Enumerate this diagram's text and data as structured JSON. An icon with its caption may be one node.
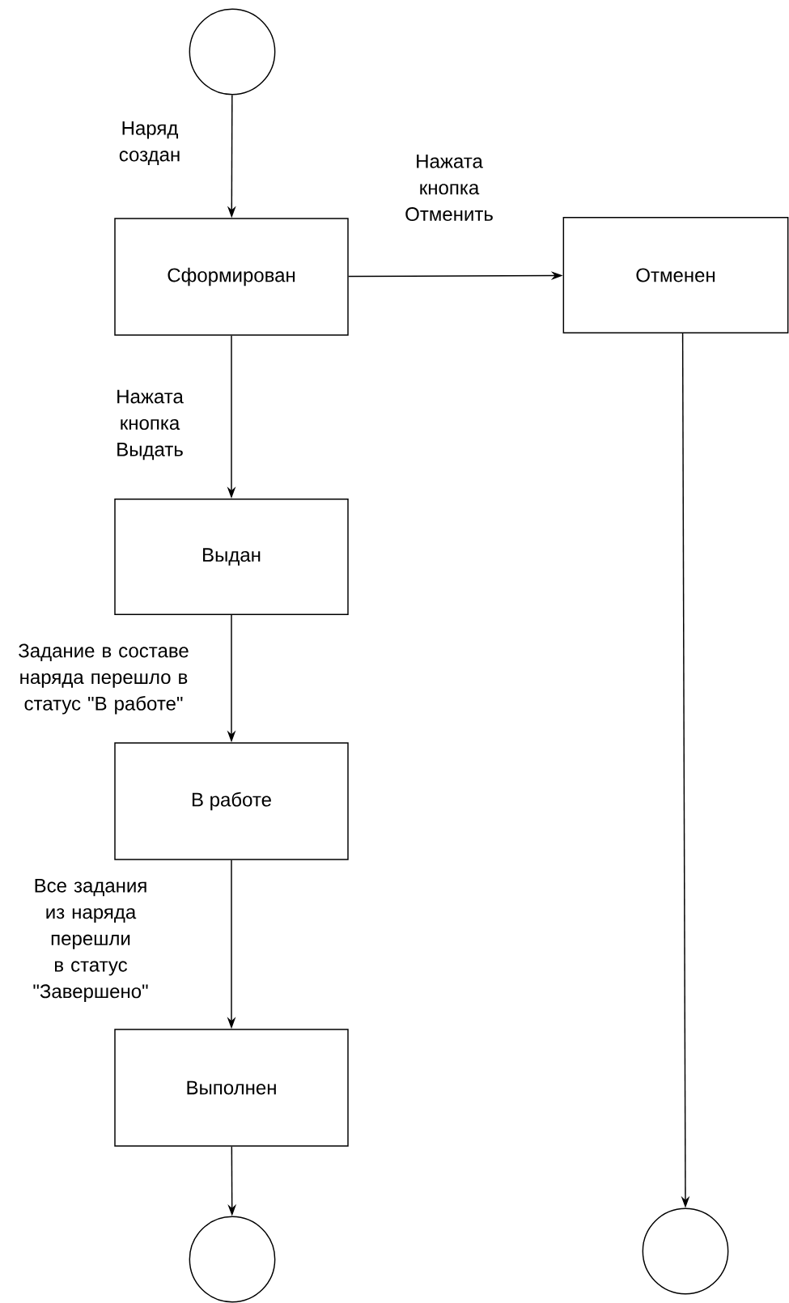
{
  "diagram": {
    "nodes": [
      {
        "text": [],
        "shape": "circle"
      },
      {
        "text": [
          "Сформирован"
        ]
      },
      {
        "text": [
          "Отменен"
        ]
      },
      {
        "text": [
          "Выдан"
        ]
      },
      {
        "text": [
          "В работе"
        ]
      },
      {
        "text": [
          "Выполнен"
        ]
      },
      {
        "text": [],
        "shape": "circle"
      },
      {
        "text": [],
        "shape": "circle"
      }
    ],
    "edges": [
      {
        "from": 0,
        "to": 1,
        "arrow": "to",
        "label": "Наряд создан"
      },
      {
        "from": 1,
        "to": 2,
        "arrow": "to",
        "label": "Нажата кнопка Отменить"
      },
      {
        "from": 1,
        "to": 3,
        "arrow": "to",
        "label": "Нажата кнопка Выдать"
      },
      {
        "from": 3,
        "to": 4,
        "arrow": "to",
        "label": "Задание в составе наряда перешло в статус \"В работе\""
      },
      {
        "from": 4,
        "to": 5,
        "arrow": "to",
        "label": "Все задания из наряда перешли в статус \"Завершено\""
      },
      {
        "from": 5,
        "to": 6,
        "arrow": "to"
      },
      {
        "from": 2,
        "to": 7,
        "arrow": "to"
      }
    ]
  }
}
